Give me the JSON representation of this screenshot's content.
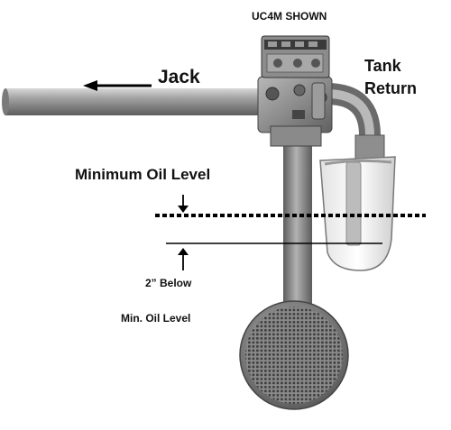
{
  "labels": {
    "unit_shown": "UC4M SHOWN",
    "jack": "Jack",
    "tank_line1": "Tank",
    "tank_line2": "Return",
    "minimum_oil_level": "Minimum Oil Level",
    "below_line1": "2” Below",
    "below_line2": "Min. Oil Level"
  },
  "colors": {
    "pipe": "#9a9a9a",
    "valve_body": "#8a8a8a",
    "strainer": "#777777",
    "text": "#111111"
  }
}
